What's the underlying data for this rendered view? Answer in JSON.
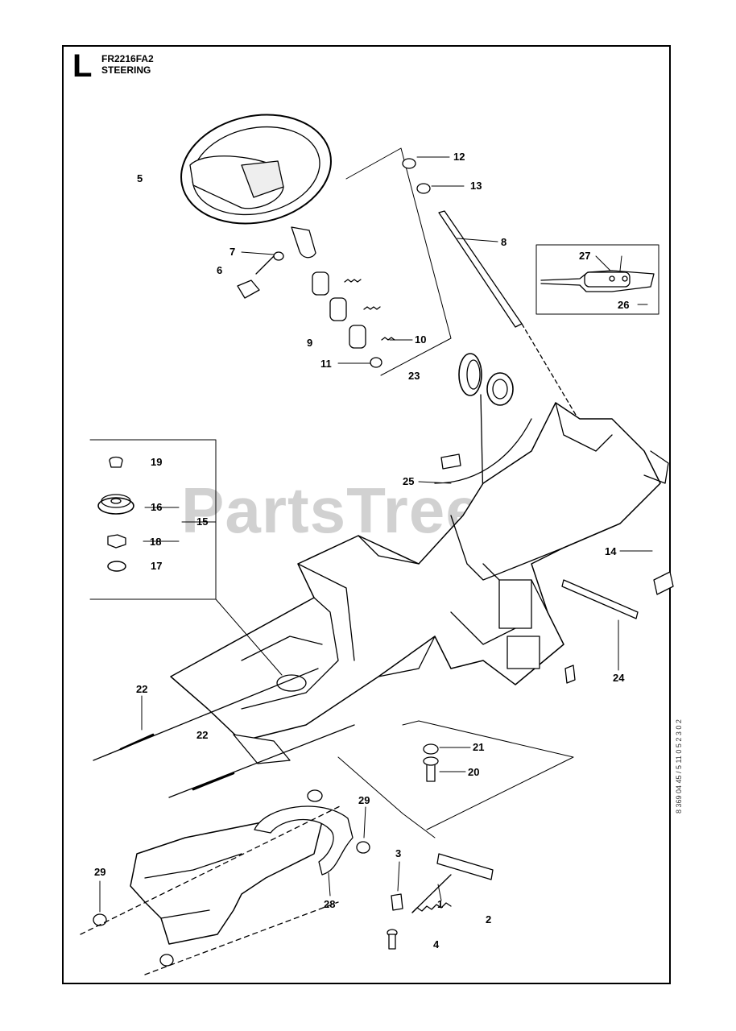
{
  "header": {
    "section_letter": "L",
    "model": "FR2216FA2",
    "section_name": "STEERING"
  },
  "watermark": "PartsTree",
  "side_code": "8 369 04 45 / 5 11 0 5 2 3 0 2",
  "callouts": [
    "1",
    "2",
    "3",
    "4",
    "5",
    "6",
    "7",
    "8",
    "9",
    "10",
    "11",
    "12",
    "13",
    "14",
    "15",
    "16",
    "17",
    "18",
    "19",
    "20",
    "21",
    "22",
    "22",
    "23",
    "24",
    "25",
    "26",
    "27",
    "28",
    "29",
    "29"
  ],
  "insets": {
    "fasteners": [
      "19",
      "16",
      "15",
      "18",
      "17"
    ],
    "cable_detail": [
      "27",
      "26"
    ]
  }
}
